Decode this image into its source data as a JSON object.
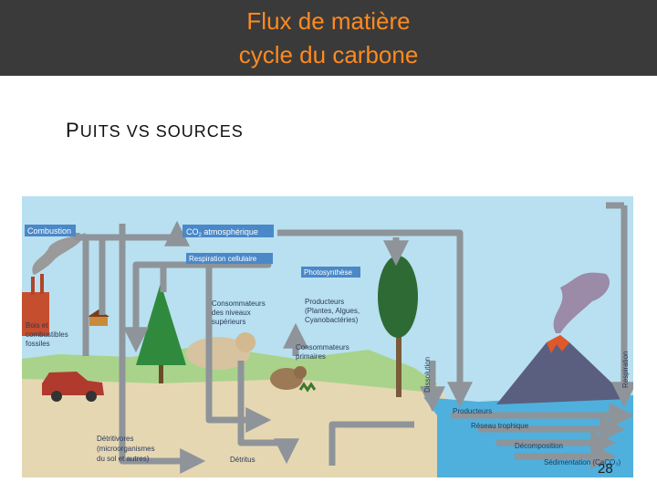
{
  "header": {
    "title_line1": "Flux de matière",
    "title_line2": "cycle du carbone",
    "background_color": "#3a3a3a",
    "title_color": "#ff8a1f"
  },
  "subtitle": {
    "first": "P",
    "rest": "UITS VS SOURCES"
  },
  "diagram": {
    "labels": {
      "combustion": "Combustion",
      "co2_prefix": "CO",
      "co2_sub": "2",
      "co2_suffix": " atmosphérique",
      "respiration_cellulaire": "Respiration cellulaire",
      "photosynthese": "Photosynthèse",
      "consommateurs_sup_1": "Consommateurs",
      "consommateurs_sup_2": "des niveaux",
      "consommateurs_sup_3": "supérieurs",
      "producteurs_1": "Producteurs",
      "producteurs_2": "(Plantes, Algues,",
      "producteurs_3": "Cyanobactéries)",
      "consommateurs_prim_1": "Consommateurs",
      "consommateurs_prim_2": "primaires",
      "bois_1": "Bois et",
      "bois_2": "combustibles",
      "bois_3": "fossiles",
      "detritivores_1": "Détritivores",
      "detritivores_2": "(microorganismes",
      "detritivores_3": "du sol et autres)",
      "detritus": "Détritus",
      "dissolution": "Dissolution",
      "respiration_volcan": "Respiration",
      "producteurs_ocean": "Producteurs",
      "reseau_trophique": "Réseau trophique",
      "decomposition": "Décomposition",
      "sedimentation": "Sédimentation (CaCO₃)"
    },
    "colors": {
      "sky": "#b8e0f0",
      "arrow": "#8e9499",
      "ground": "#e6d7b3",
      "grass": "#a9d38a",
      "ocean": "#4fb0dd",
      "volcano": "#5a5f80",
      "lava": "#e0572a",
      "label_box": "#4a88c8"
    }
  },
  "footer": {
    "slide_number": "28"
  }
}
